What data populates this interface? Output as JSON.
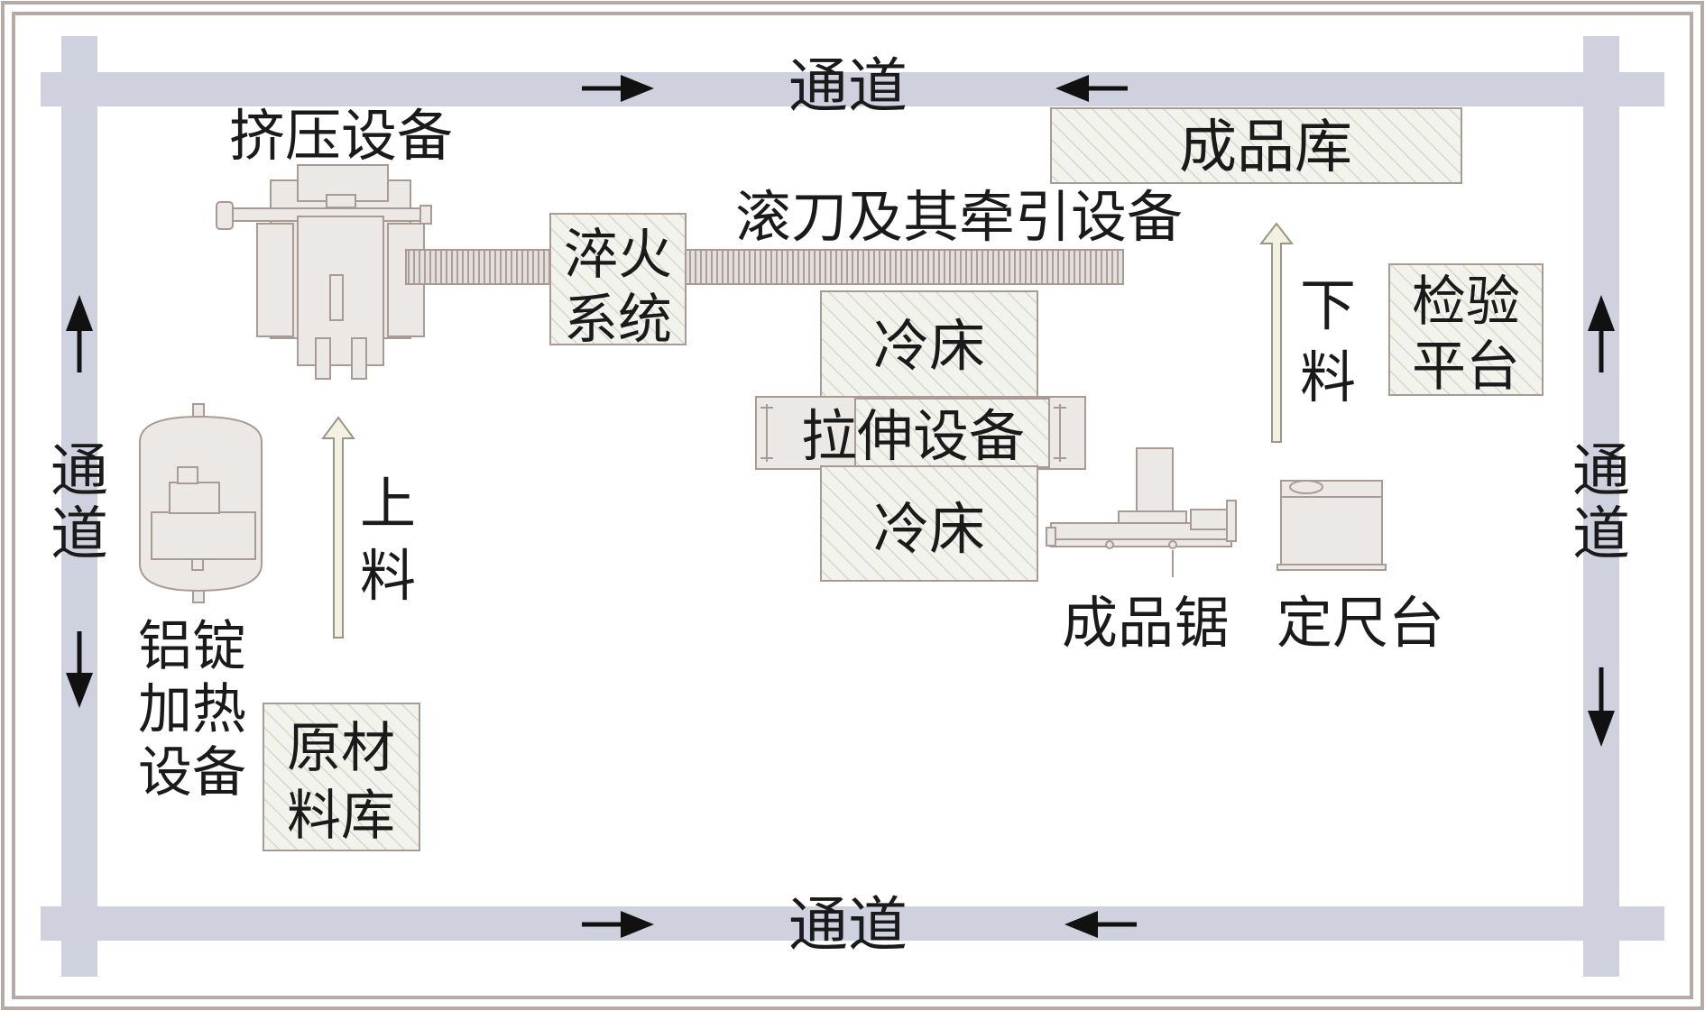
{
  "colors": {
    "frame": "#b7aaa5",
    "corridor": "#cfd1df",
    "equipment_fill": "#ece8e6",
    "equipment_stroke": "#a99a94",
    "hatched_fill": "#f3f3ee",
    "hatch_line": "#d6d8c8",
    "arrow": "#111111",
    "material_arrow_fill": "#f3f2e2",
    "material_arrow_stroke": "#9b9684",
    "text": "#1a1a1a"
  },
  "corridors": {
    "top_label": "通道",
    "bottom_label": "通道",
    "left_label": "通道",
    "right_label": "通道"
  },
  "equipment": {
    "extrusion": "挤压设备",
    "quench": "淬火系统",
    "roller": "滚刀及其牵引设备",
    "finished_store": "成品库",
    "cooling_bed_upper": "冷床",
    "stretcher": "拉伸设备",
    "cooling_bed_lower": "冷床",
    "inspection": "检验平台",
    "billet_heater": "铝锭加热设备",
    "raw_store": "原材料库",
    "finished_saw": "成品锯",
    "sizing_table": "定尺台"
  },
  "flows": {
    "loading": "上料",
    "unloading": "下料"
  },
  "icons": [
    "arrow-right-icon",
    "arrow-left-icon",
    "arrow-up-icon",
    "arrow-down-icon"
  ]
}
